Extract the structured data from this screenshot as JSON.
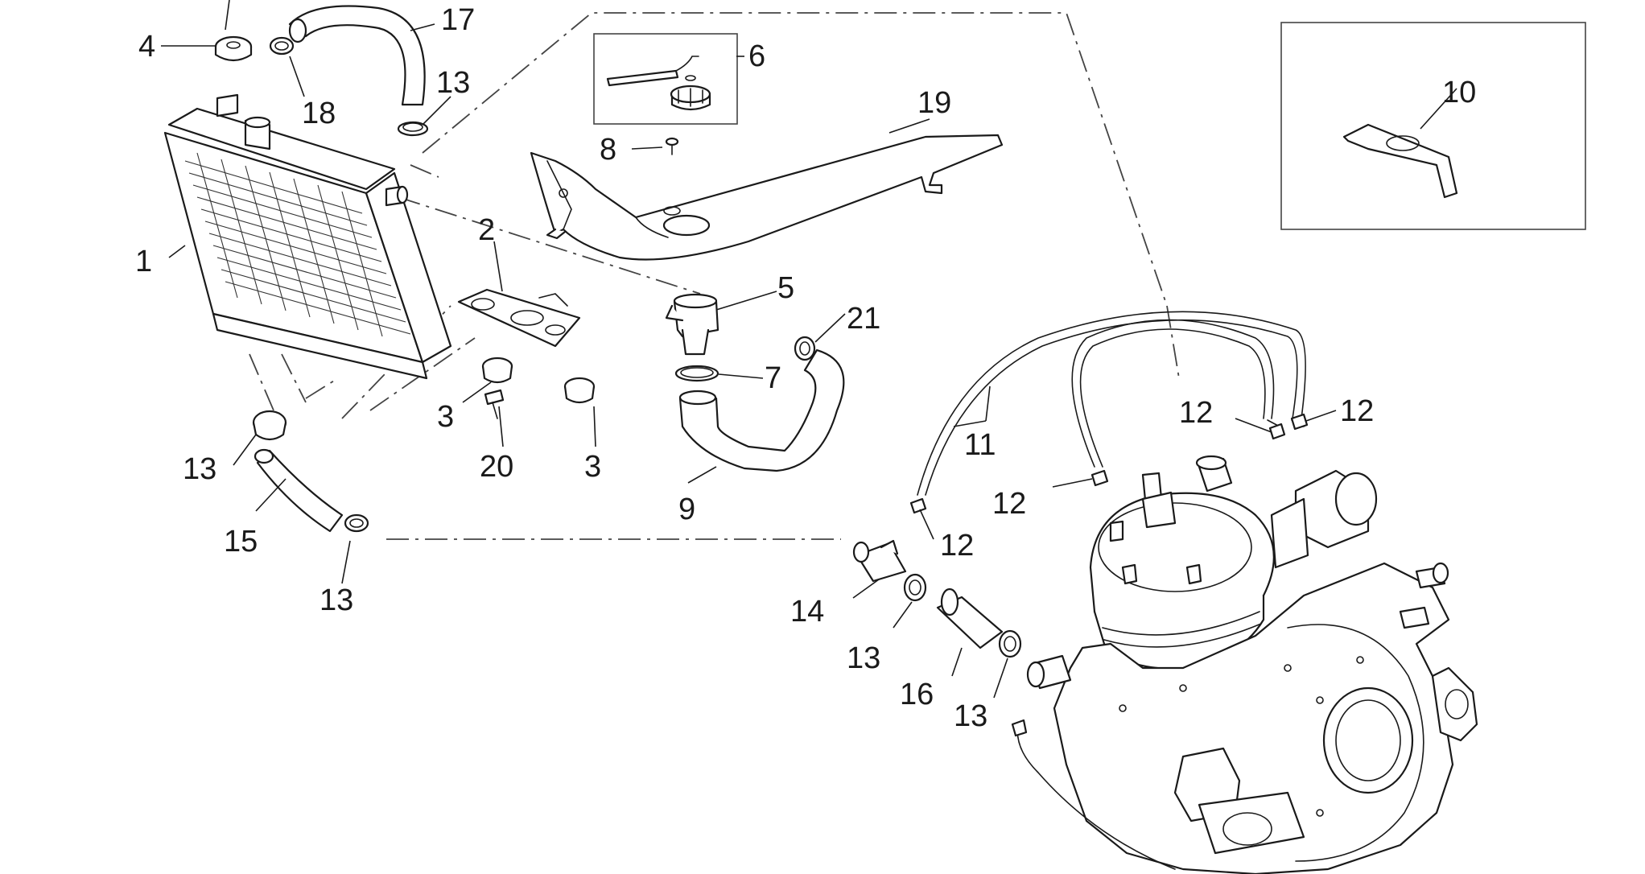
{
  "diagram": {
    "callouts": [
      {
        "id": "c1",
        "text": "1"
      },
      {
        "id": "c2",
        "text": "2"
      },
      {
        "id": "c3a",
        "text": "3"
      },
      {
        "id": "c3b",
        "text": "3"
      },
      {
        "id": "c4",
        "text": "4"
      },
      {
        "id": "c5",
        "text": "5"
      },
      {
        "id": "c6",
        "text": "6"
      },
      {
        "id": "c7",
        "text": "7"
      },
      {
        "id": "c8",
        "text": "8"
      },
      {
        "id": "c9",
        "text": "9"
      },
      {
        "id": "c10",
        "text": "10"
      },
      {
        "id": "c11",
        "text": "11"
      },
      {
        "id": "c12a",
        "text": "12"
      },
      {
        "id": "c12b",
        "text": "12"
      },
      {
        "id": "c12c",
        "text": "12"
      },
      {
        "id": "c12d",
        "text": "12"
      },
      {
        "id": "c13a",
        "text": "13"
      },
      {
        "id": "c13b",
        "text": "13"
      },
      {
        "id": "c13c",
        "text": "13"
      },
      {
        "id": "c13d",
        "text": "13"
      },
      {
        "id": "c13e",
        "text": "13"
      },
      {
        "id": "c14",
        "text": "14"
      },
      {
        "id": "c15",
        "text": "15"
      },
      {
        "id": "c16",
        "text": "16"
      },
      {
        "id": "c17",
        "text": "17"
      },
      {
        "id": "c18",
        "text": "18"
      },
      {
        "id": "c19",
        "text": "19"
      },
      {
        "id": "c20",
        "text": "20"
      },
      {
        "id": "c21",
        "text": "21"
      }
    ]
  }
}
